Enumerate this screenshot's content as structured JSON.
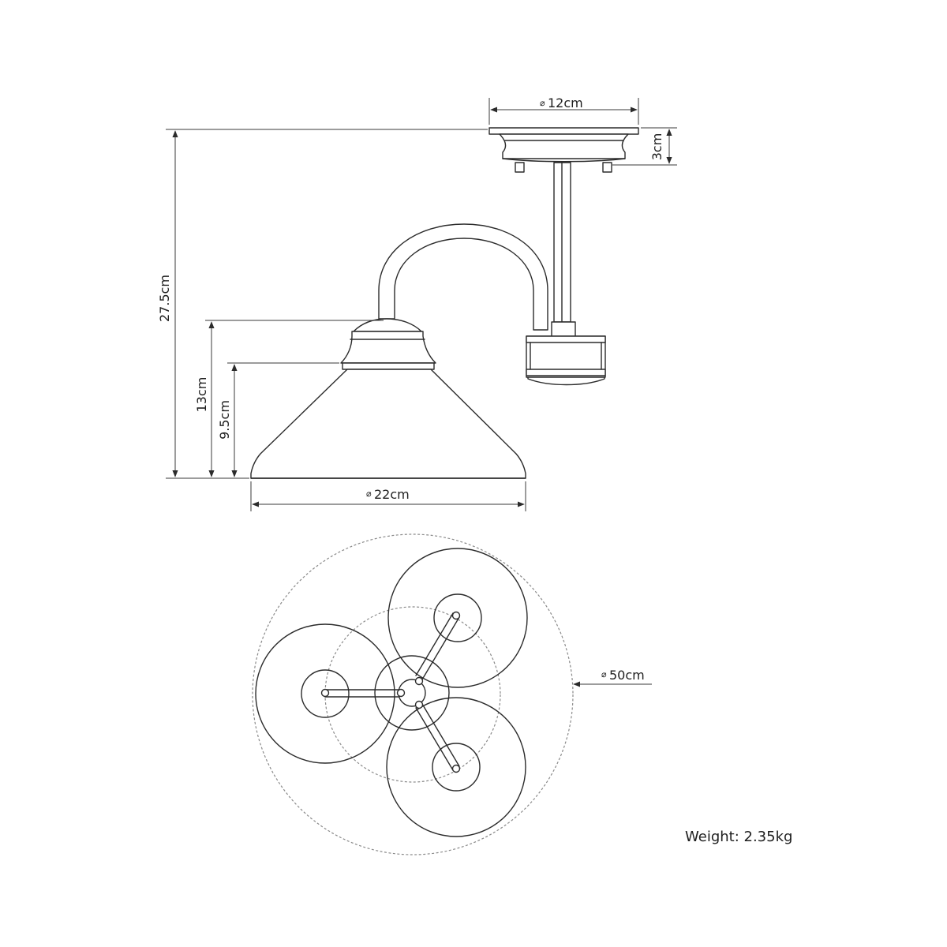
{
  "dimensions": {
    "canopy_diameter": "12cm",
    "canopy_height": "3cm",
    "total_height": "27.5cm",
    "shade_height": "13cm",
    "shade_cone_height": "9.5cm",
    "shade_diameter": "22cm",
    "overall_diameter": "50cm"
  },
  "diameter_symbol": "⌀",
  "weight": "Weight: 2.35kg"
}
